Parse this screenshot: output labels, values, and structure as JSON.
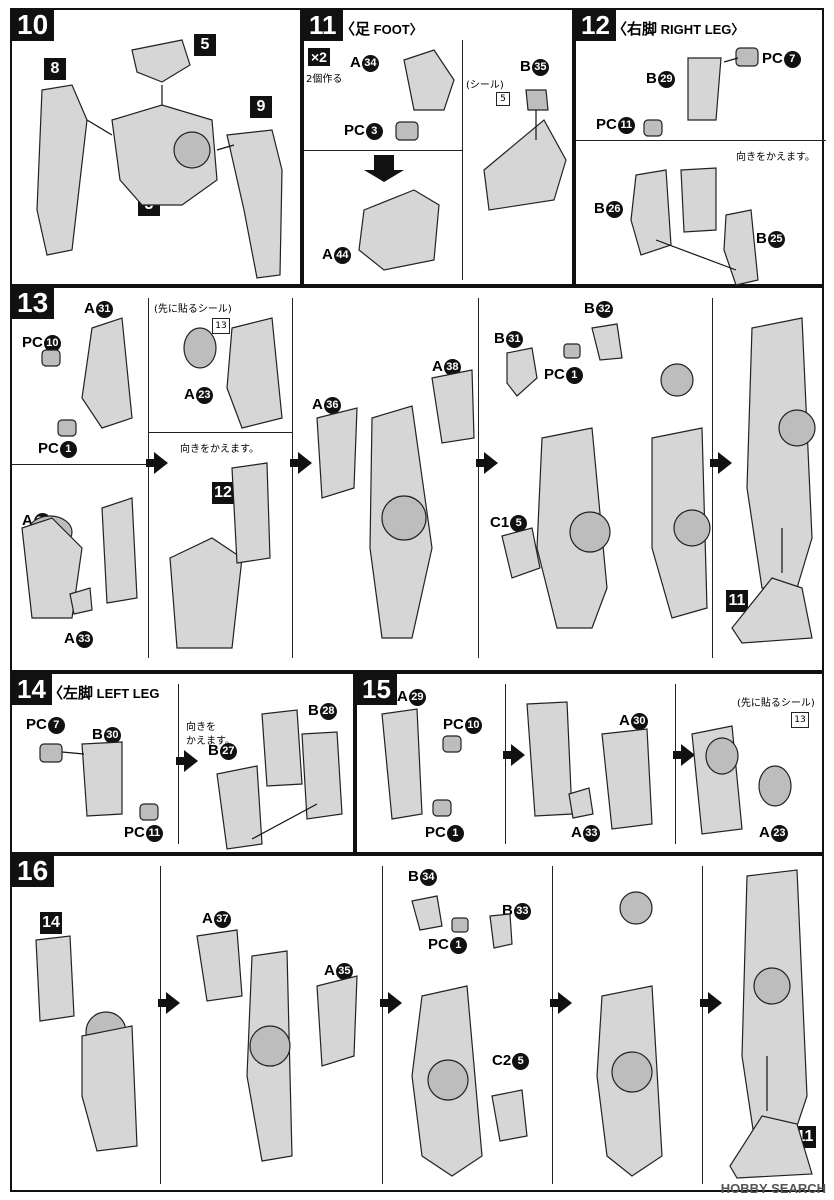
{
  "steps": {
    "s10": {
      "num": "10",
      "refs": [
        "8",
        "5",
        "9",
        "3"
      ]
    },
    "s11": {
      "num": "11",
      "title_ja": "〈足",
      "title_en": "FOOT〉",
      "multiplier": "×2",
      "multiplier_note": "2個作る",
      "labels": {
        "a34": "A",
        "a34n": "34",
        "pc3": "PC",
        "pc3n": "3",
        "a44": "A",
        "a44n": "44",
        "b35": "B",
        "b35n": "35"
      },
      "seal": "(シール)",
      "seal_num": "5"
    },
    "s12": {
      "num": "12",
      "title_ja": "〈右脚",
      "title_en": "RIGHT LEG〉",
      "labels": {
        "b29": "B",
        "b29n": "29",
        "pc7": "PC",
        "pc7n": "7",
        "pc11": "PC",
        "pc11n": "11",
        "b26": "B",
        "b26n": "26",
        "b25": "B",
        "b25n": "25"
      },
      "note": "向きをかえます。"
    },
    "s13": {
      "num": "13",
      "labels": {
        "a31": "A",
        "a31n": "31",
        "pc10": "PC",
        "pc10n": "10",
        "pc1": "PC",
        "pc1n": "1",
        "a32": "A",
        "a32n": "32",
        "a33": "A",
        "a33n": "33",
        "a23": "A",
        "a23n": "23",
        "a36": "A",
        "a36n": "36",
        "a38": "A",
        "a38n": "38",
        "b31": "B",
        "b31n": "31",
        "b32": "B",
        "b32n": "32",
        "pc1b": "PC",
        "pc1bn": "1",
        "c15": "C1",
        "c15n": "5"
      },
      "seal_note": "(先に貼るシール)",
      "seal_num": "13",
      "note": "向きをかえます。",
      "ref12": "12",
      "ref11": "11"
    },
    "s14": {
      "num": "14",
      "title_ja": "〈左脚",
      "title_en": "LEFT LEG",
      "labels": {
        "pc7": "PC",
        "pc7n": "7",
        "b30": "B",
        "b30n": "30",
        "pc11": "PC",
        "pc11n": "11",
        "b27": "B",
        "b27n": "27",
        "b28": "B",
        "b28n": "28"
      },
      "note1": "向きを",
      "note2": "かえます。"
    },
    "s15": {
      "num": "15",
      "labels": {
        "a29": "A",
        "a29n": "29",
        "pc10": "PC",
        "pc10n": "10",
        "pc1": "PC",
        "pc1n": "1",
        "a30": "A",
        "a30n": "30",
        "a33": "A",
        "a33n": "33",
        "a23": "A",
        "a23n": "23"
      },
      "seal_note": "(先に貼るシール)",
      "seal_num": "13"
    },
    "s16": {
      "num": "16",
      "labels": {
        "a37": "A",
        "a37n": "37",
        "a35": "A",
        "a35n": "35",
        "b34": "B",
        "b34n": "34",
        "b33": "B",
        "b33n": "33",
        "pc1": "PC",
        "pc1n": "1",
        "c25": "C2",
        "c25n": "5"
      },
      "ref14": "14",
      "ref11": "11"
    }
  },
  "watermark": "HOBBY SEARCH"
}
